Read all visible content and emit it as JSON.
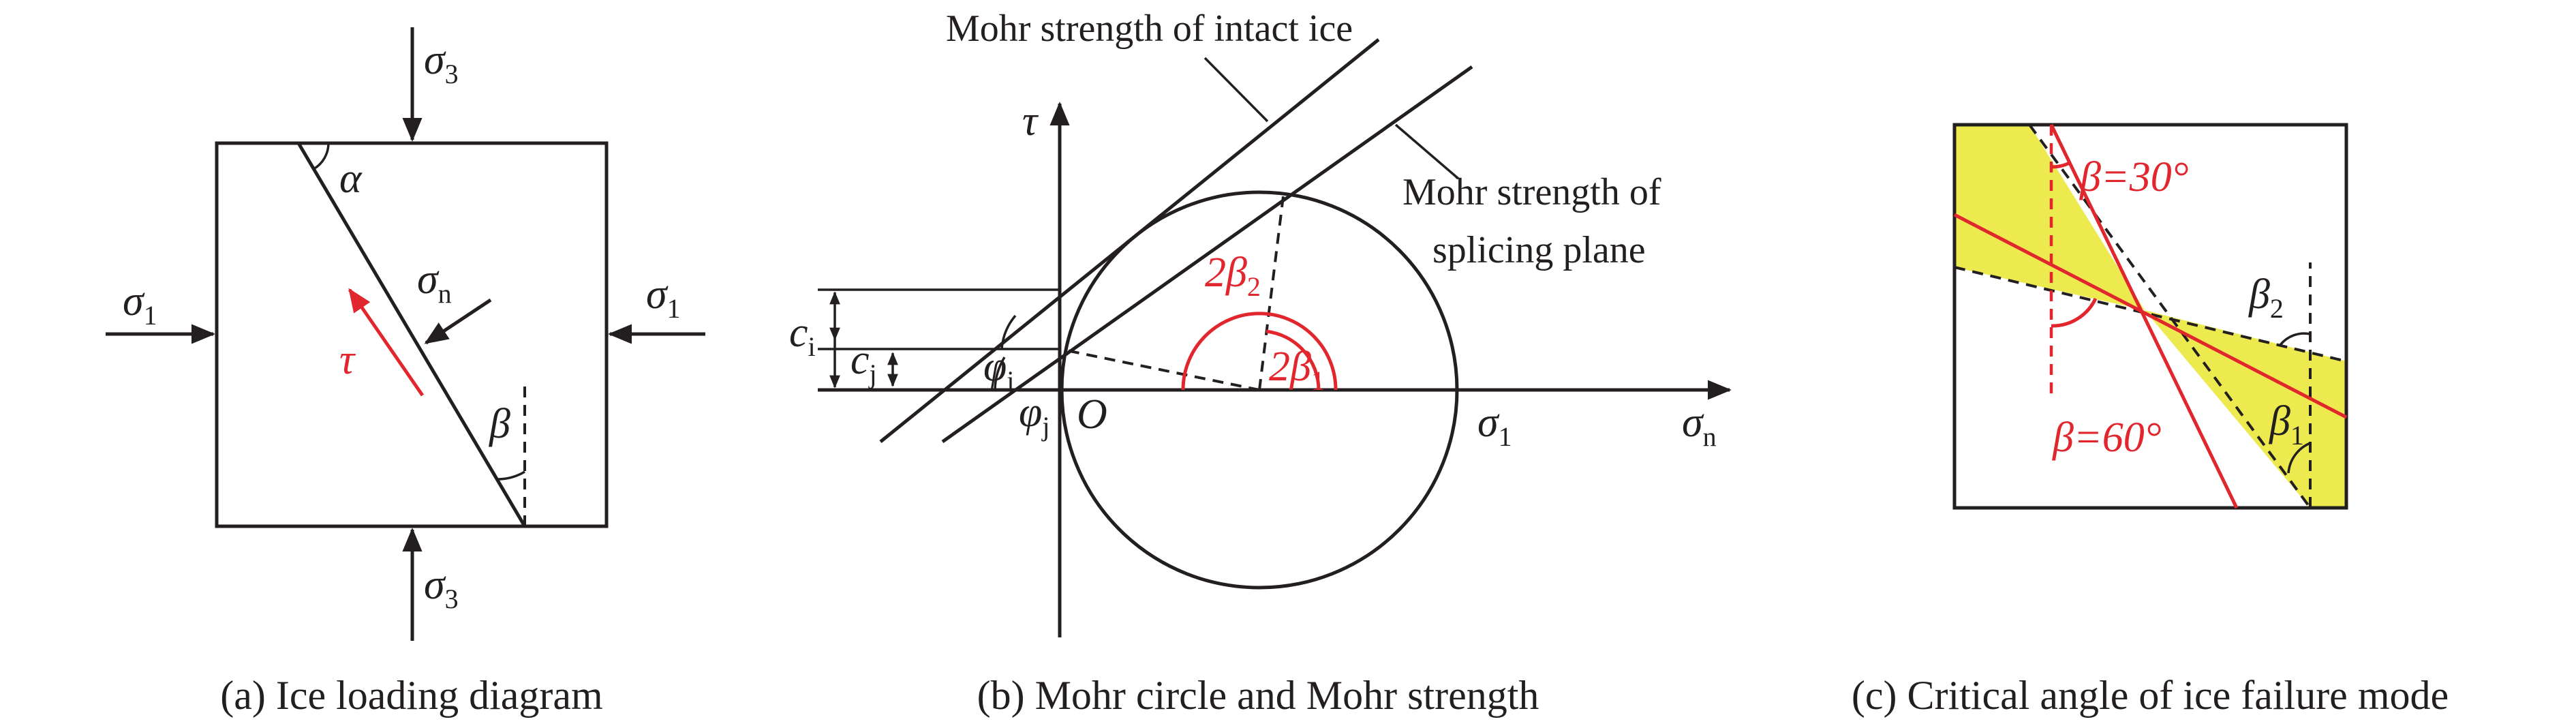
{
  "colors": {
    "ink": "#231f20",
    "accent_red": "#e1262d",
    "fill_yellow": "#ecea4f",
    "background": "#ffffff"
  },
  "panel_a": {
    "caption": "(a) Ice loading diagram",
    "sigma_symbol": "σ",
    "sigma1_sub": "1",
    "sigma3_sub": "3",
    "sigma_n_sub": "n",
    "tau": "τ",
    "alpha": "α",
    "beta": "β"
  },
  "panel_b": {
    "caption": "(b) Mohr circle and Mohr strength",
    "intact_label": "Mohr strength of intact ice",
    "splice_label_line1": "Mohr strength of",
    "splice_label_line2": "splicing plane",
    "tau_axis": "τ",
    "sigma_axis": "σ",
    "sigma_axis_sub": "n",
    "sigma1": "σ",
    "sigma1_sub": "1",
    "origin": "O",
    "c_symbol": "c",
    "ci_sub": "i",
    "cj_sub": "j",
    "phi_symbol": "φ",
    "phii_sub": "i",
    "phij_sub": "j",
    "two_beta2": "2β",
    "two_beta2_sub": "2",
    "two_beta1": "2β",
    "two_beta1_sub": "1"
  },
  "panel_c": {
    "caption": "(c) Critical angle of ice failure mode",
    "beta30": "β=30°",
    "beta60": "β=60°",
    "beta_symbol": "β",
    "beta2_sub": "2",
    "beta1_sub": "1"
  }
}
